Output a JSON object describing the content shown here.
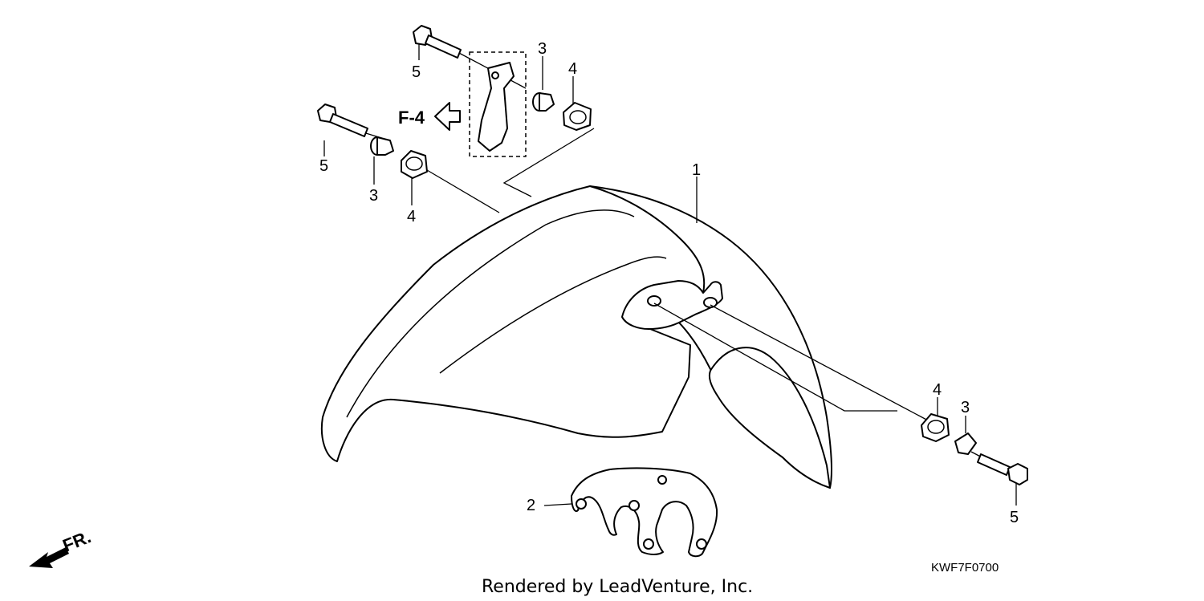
{
  "callouts": {
    "fender": "1",
    "bracket": "2",
    "collar_top": "3",
    "grommet_top": "4",
    "bolt_top": "5",
    "bolt_left": "5",
    "collar_left": "3",
    "grommet_left": "4",
    "grommet_right": "4",
    "collar_right": "3",
    "bolt_right": "5"
  },
  "reference": "F-4",
  "direction": "FR.",
  "diagram_code": "KWF7F0700",
  "credit": "Rendered by LeadVenture, Inc."
}
